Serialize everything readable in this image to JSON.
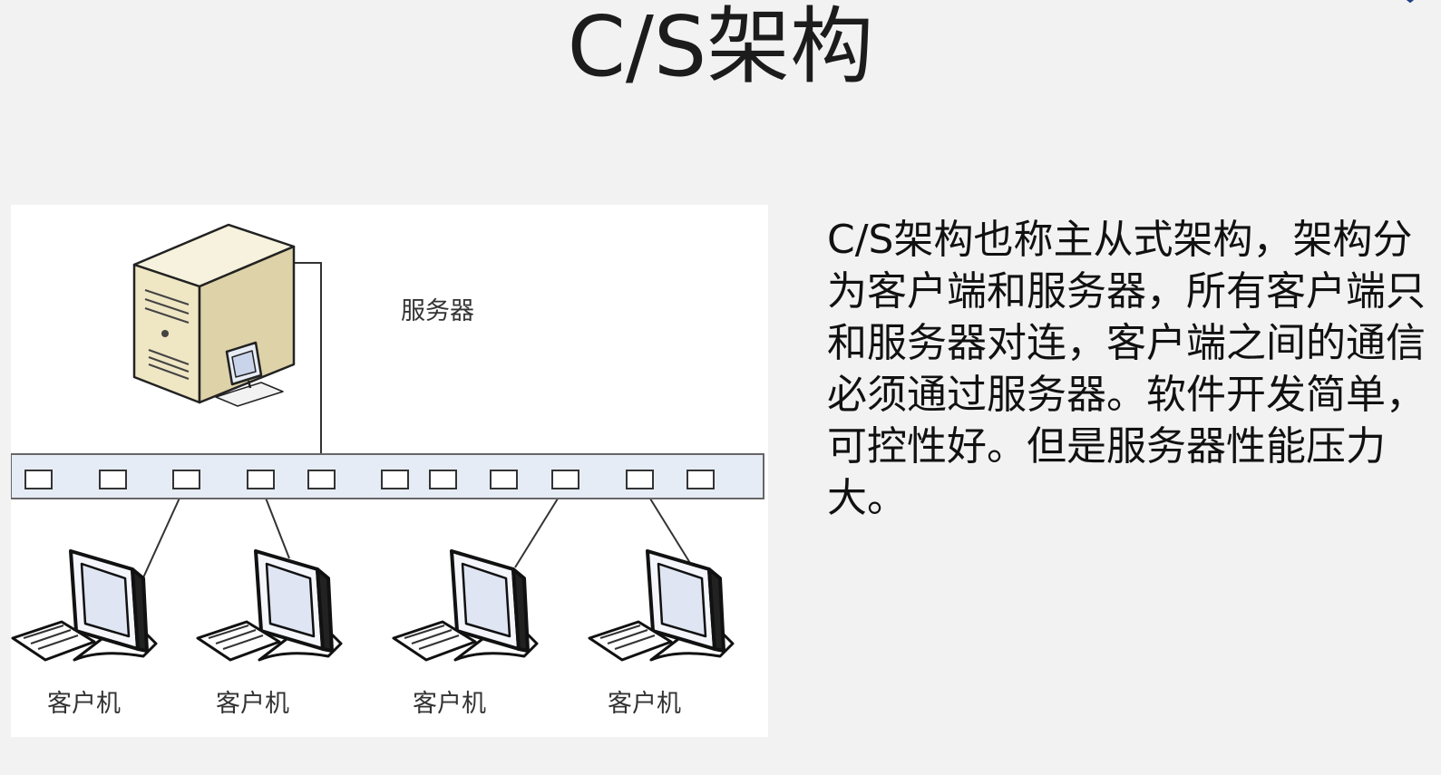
{
  "slide": {
    "title": "C/S架构",
    "description": "C/S架构也称主从式架构，架构分为客户端和服务器，所有客户端只和服务器对连，客户端之间的通信必须通过服务器。软件开发简单，可控性好。但是服务器性能压力大。"
  },
  "diagram": {
    "server_label": "服务器",
    "client_labels": [
      "客户机",
      "客户机",
      "客户机",
      "客户机"
    ],
    "icons": {
      "server": "server-tower-icon",
      "client": "desktop-computer-icon",
      "network": "network-bus-icon"
    }
  },
  "colors": {
    "background": "#f2f2f2",
    "bus_fill": "#e6ecf5",
    "server_beige": "#f3ebcf"
  }
}
